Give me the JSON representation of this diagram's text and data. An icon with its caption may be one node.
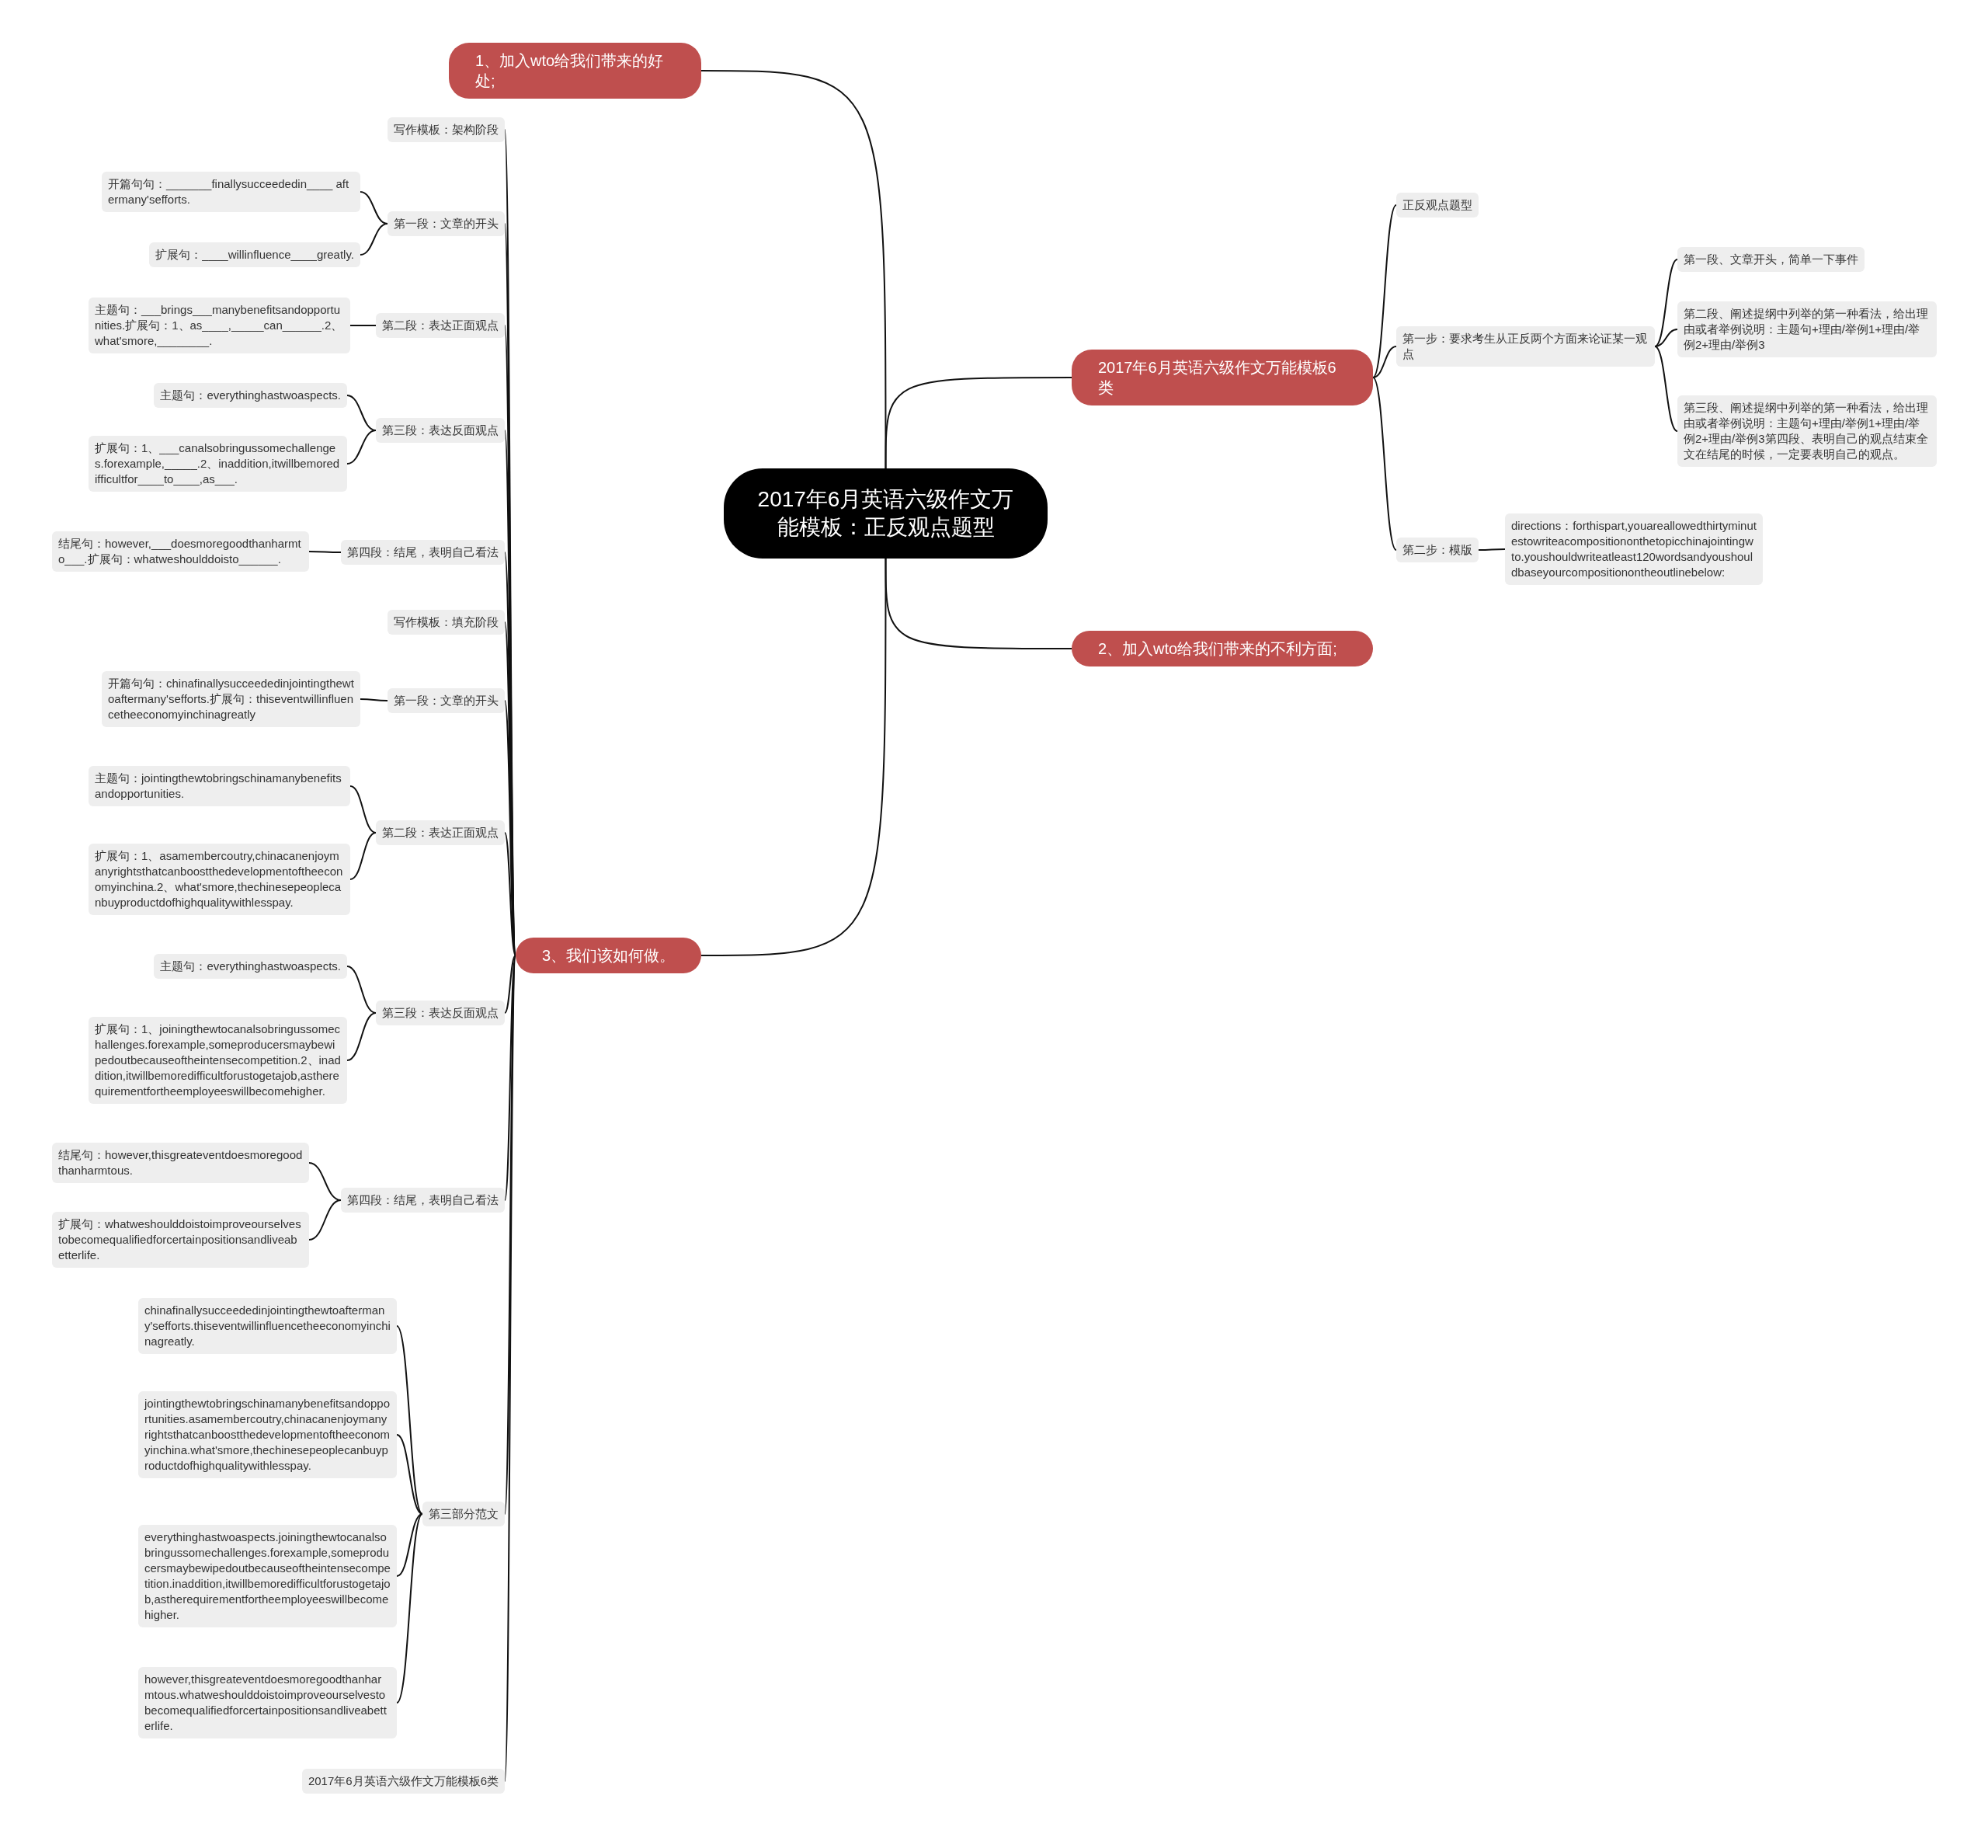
{
  "diagram": {
    "nodes": [
      {
        "text": [
          "2017年6月英语六级作文万能模板：正反观点题型"
        ]
      },
      {
        "text": [
          "1、加入wto给我们带来的好处;"
        ]
      },
      {
        "text": [
          "2017年6月英语六级作文万能模板6类"
        ]
      },
      {
        "text": [
          "2、加入wto给我们带来的不利方面;"
        ]
      },
      {
        "text": [
          "3、我们该如何做。"
        ]
      },
      {
        "text": [
          "写作模板：架构阶段"
        ]
      },
      {
        "text": [
          "第一段：文章的开头"
        ]
      },
      {
        "text": [
          "开篇句句：_______finallysucceededin____ aftermany'sefforts."
        ]
      },
      {
        "text": [
          "扩展句：____willinfluence____greatly."
        ]
      },
      {
        "text": [
          "第二段：表达正面观点"
        ]
      },
      {
        "text": [
          "主题句：___brings___manybenefitsandopportunities.扩展句：1、as____,_____can______.2、what'smore,________."
        ]
      },
      {
        "text": [
          "第三段：表达反面观点"
        ]
      },
      {
        "text": [
          "主题句：everythinghastwoaspects."
        ]
      },
      {
        "text": [
          "扩展句：1、___canalsobringussomechallenges.forexample,_____.2、inaddition,itwillbemoredifficultfor____to____,as___."
        ]
      },
      {
        "text": [
          "第四段：结尾，表明自己看法"
        ]
      },
      {
        "text": [
          "结尾句：however,___doesmoregoodthanharmto___.扩展句：whatweshoulddoisto______."
        ]
      },
      {
        "text": [
          "写作模板：填充阶段"
        ]
      },
      {
        "text": [
          "第一段：文章的开头"
        ]
      },
      {
        "text": [
          "开篇句句：chinafinallysucceededinjointingthewtoaftermany'sefforts.扩展句：thiseventwillinfluencetheeconomyinchinagreatly"
        ]
      },
      {
        "text": [
          "第二段：表达正面观点"
        ]
      },
      {
        "text": [
          "主题句：jointingthewtobringschinamanybenefitsandopportunities."
        ]
      },
      {
        "text": [
          "扩展句：1、asamembercoutry,chinacanenjoymanyrightsthatcanboostthedevelopmentoftheeconomyinchina.2、what'smore,thechinesepeoplecanbuyproductdofhighqualitywithlesspay."
        ]
      },
      {
        "text": [
          "第三段：表达反面观点"
        ]
      },
      {
        "text": [
          "主题句：everythinghastwoaspects."
        ]
      },
      {
        "text": [
          "扩展句：1、joiningthewtocanalsobringussomechallenges.forexample,someproducersmaybewipedoutbecauseoftheintensecompetition.2、inaddition,itwillbemoredifficultforustogetajob,astherequirementfortheemployeeswillbecomehigher."
        ]
      },
      {
        "text": [
          "第四段：结尾，表明自己看法"
        ]
      },
      {
        "text": [
          "结尾句：however,thisgreateventdoesmoregoodthanharmtous."
        ]
      },
      {
        "text": [
          "扩展句：whatweshoulddoistoimproveourselvestobecomequalifiedforcertainpositionsandliveabetterlife."
        ]
      },
      {
        "text": [
          "第三部分范文"
        ]
      },
      {
        "text": [
          "chinafinallysucceededinjointingthewtoaftermany'sefforts.thiseventwillinfluencetheeconomyinchinagreatly."
        ]
      },
      {
        "text": [
          "jointingthewtobringschinamanybenefitsandopportunities.asamembercoutry,chinacanenjoymanyrightsthatcanboostthedevelopmentoftheeconomyinchina.what'smore,thechinesepeoplecanbuyproductdofhighqualitywithlesspay."
        ]
      },
      {
        "text": [
          "everythinghastwoaspects.joiningthewtocanalsobringussomechallenges.forexample,someproducersmaybewipedoutbecauseoftheintensecompetition.inaddition,itwillbemoredifficultforustogetajob,astherequirementfortheemployeeswillbecomehigher."
        ]
      },
      {
        "text": [
          "however,thisgreateventdoesmoregoodthanharmtous.whatweshoulddoistoimproveourselvestobecomequalifiedforcertainpositionsandliveabetterlife."
        ]
      },
      {
        "text": [
          "2017年6月英语六级作文万能模板6类"
        ]
      },
      {
        "text": [
          "正反观点题型"
        ]
      },
      {
        "text": [
          "第一步：要求考生从正反两个方面来论证某一观点"
        ]
      },
      {
        "text": [
          "第一段、文章开头，简单一下事件"
        ]
      },
      {
        "text": [
          "第二段、阐述提纲中列举的第一种看法，给出理由或者举例说明：主题句+理由/举例1+理由/举例2+理由/举例3"
        ]
      },
      {
        "text": [
          "第三段、阐述提纲中列举的第一种看法，给出理由或者举例说明：主题句+理由/举例1+理由/举例2+理由/举例3第四段、表明自己的观点结束全文在结尾的时候，一定要表明自己的观点。"
        ]
      },
      {
        "text": [
          "第二步：模版"
        ]
      },
      {
        "text": [
          "directions：forthispart,youareallowedthirtyminutestowriteacompositiononthetopicchinajointingwto.youshouldwriteatleast120wordsandyoushouldbaseyourcompositionontheoutlinebelow:"
        ]
      }
    ],
    "edges": [
      {
        "from": 0,
        "to": 1,
        "arrow": "none"
      },
      {
        "from": 0,
        "to": 2,
        "arrow": "none"
      },
      {
        "from": 0,
        "to": 3,
        "arrow": "none"
      },
      {
        "from": 0,
        "to": 4,
        "arrow": "none"
      },
      {
        "from": 4,
        "to": 5,
        "arrow": "none"
      },
      {
        "from": 4,
        "to": 6,
        "arrow": "none"
      },
      {
        "from": 6,
        "to": 7,
        "arrow": "none"
      },
      {
        "from": 6,
        "to": 8,
        "arrow": "none"
      },
      {
        "from": 4,
        "to": 9,
        "arrow": "none"
      },
      {
        "from": 9,
        "to": 10,
        "arrow": "none"
      },
      {
        "from": 4,
        "to": 11,
        "arrow": "none"
      },
      {
        "from": 11,
        "to": 12,
        "arrow": "none"
      },
      {
        "from": 11,
        "to": 13,
        "arrow": "none"
      },
      {
        "from": 4,
        "to": 14,
        "arrow": "none"
      },
      {
        "from": 14,
        "to": 15,
        "arrow": "none"
      },
      {
        "from": 4,
        "to": 16,
        "arrow": "none"
      },
      {
        "from": 4,
        "to": 17,
        "arrow": "none"
      },
      {
        "from": 17,
        "to": 18,
        "arrow": "none"
      },
      {
        "from": 4,
        "to": 19,
        "arrow": "none"
      },
      {
        "from": 19,
        "to": 20,
        "arrow": "none"
      },
      {
        "from": 19,
        "to": 21,
        "arrow": "none"
      },
      {
        "from": 4,
        "to": 22,
        "arrow": "none"
      },
      {
        "from": 22,
        "to": 23,
        "arrow": "none"
      },
      {
        "from": 22,
        "to": 24,
        "arrow": "none"
      },
      {
        "from": 4,
        "to": 25,
        "arrow": "none"
      },
      {
        "from": 25,
        "to": 26,
        "arrow": "none"
      },
      {
        "from": 25,
        "to": 27,
        "arrow": "none"
      },
      {
        "from": 4,
        "to": 28,
        "arrow": "none"
      },
      {
        "from": 28,
        "to": 29,
        "arrow": "none"
      },
      {
        "from": 28,
        "to": 30,
        "arrow": "none"
      },
      {
        "from": 28,
        "to": 31,
        "arrow": "none"
      },
      {
        "from": 28,
        "to": 32,
        "arrow": "none"
      },
      {
        "from": 4,
        "to": 33,
        "arrow": "none"
      },
      {
        "from": 2,
        "to": 34,
        "arrow": "none"
      },
      {
        "from": 2,
        "to": 35,
        "arrow": "none"
      },
      {
        "from": 35,
        "to": 36,
        "arrow": "none"
      },
      {
        "from": 35,
        "to": 37,
        "arrow": "none"
      },
      {
        "from": 35,
        "to": 38,
        "arrow": "none"
      },
      {
        "from": 2,
        "to": 39,
        "arrow": "none"
      },
      {
        "from": 39,
        "to": 40,
        "arrow": "none"
      }
    ]
  }
}
